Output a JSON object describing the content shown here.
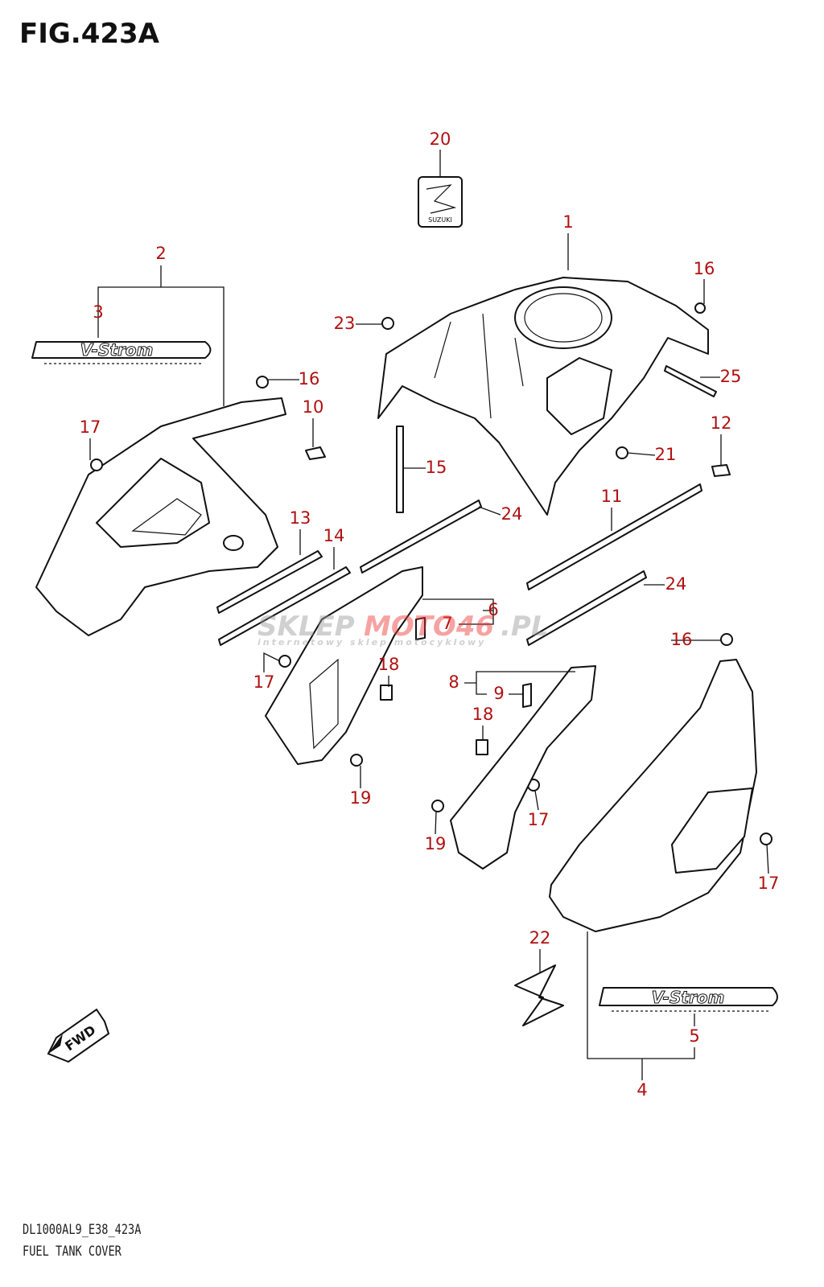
{
  "figure": {
    "title": "FIG.423A",
    "model_code": "DL1000AL9_E38_423A",
    "caption": "FUEL TANK COVER"
  },
  "watermark": {
    "text_gray": "SKLEP",
    "text_red": "MOTO46",
    "text_suffix": ".PL",
    "tagline": "internetowy sklep motocyklowy"
  },
  "emblems": {
    "suzuki_badge_text": "SUZUKI",
    "vstrom_left": "V-Strom",
    "vstrom_right": "V-Strom",
    "fwd_arrow": "FWD"
  },
  "callouts": [
    "20",
    "1",
    "16",
    "2",
    "3",
    "23",
    "16",
    "25",
    "10",
    "17",
    "12",
    "21",
    "15",
    "24",
    "11",
    "13",
    "14",
    "24",
    "6",
    "7",
    "16",
    "18",
    "17",
    "8",
    "9",
    "18",
    "19",
    "17",
    "19",
    "17",
    "22",
    "5",
    "4"
  ],
  "colors": {
    "callout": "#b01010",
    "line": "#111111"
  }
}
